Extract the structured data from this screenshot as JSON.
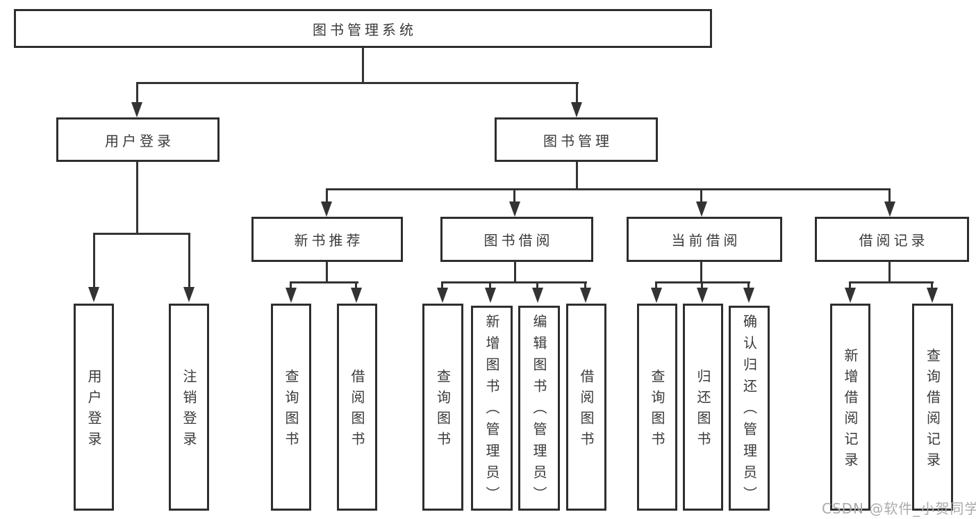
{
  "colors": {
    "line": "#333333",
    "box_border": "#2e2e2e",
    "text": "#3a3a3a",
    "watermark": "#ababab",
    "background": "#ffffff"
  },
  "diagram": {
    "type": "hierarchy-tree",
    "root": "图书管理系统",
    "branches": [
      {
        "label": "用户登录",
        "children": [
          "用户登录",
          "注销登录"
        ]
      },
      {
        "label": "图书管理",
        "children": [
          {
            "label": "新书推荐",
            "children": [
              "查询图书",
              "借阅图书"
            ]
          },
          {
            "label": "图书借阅",
            "children": [
              "查询图书",
              "新增图书（管理员）",
              "编辑图书（管理员）",
              "借阅图书"
            ]
          },
          {
            "label": "当前借阅",
            "children": [
              "查询图书",
              "归还图书",
              "确认归还（管理员）"
            ]
          },
          {
            "label": "借阅记录",
            "children": [
              "新增借阅记录",
              "查询借阅记录"
            ]
          }
        ]
      }
    ]
  },
  "watermark": "CSDN @软件_小贺同学"
}
